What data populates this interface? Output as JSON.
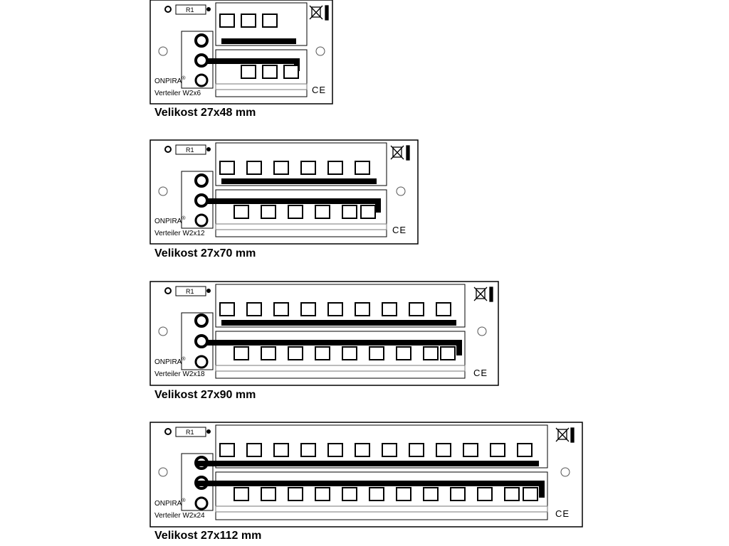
{
  "boards": [
    {
      "caption": "Velikost 27x48 mm",
      "resistor": "R1",
      "brand": "ONPIRA",
      "trademark": "®",
      "model": "Verteiler W2x6",
      "ce": "CE",
      "pads_per_row": 3
    },
    {
      "caption": "Velikost 27x70 mm",
      "resistor": "R1",
      "brand": "ONPIRA",
      "trademark": "®",
      "model": "Verteiler W2x12",
      "ce": "CE",
      "pads_per_row": 6
    },
    {
      "caption": "Velikost 27x90 mm",
      "resistor": "R1",
      "brand": "ONPIRA",
      "trademark": "®",
      "model": "Verteiler W2x18",
      "ce": "CE",
      "pads_per_row": 9
    },
    {
      "caption": "Velikost 27x112 mm",
      "resistor": "R1",
      "brand": "ONPIRA",
      "trademark": "®",
      "model": "Verteiler W2x24",
      "ce": "CE",
      "pads_per_row": 12
    }
  ]
}
